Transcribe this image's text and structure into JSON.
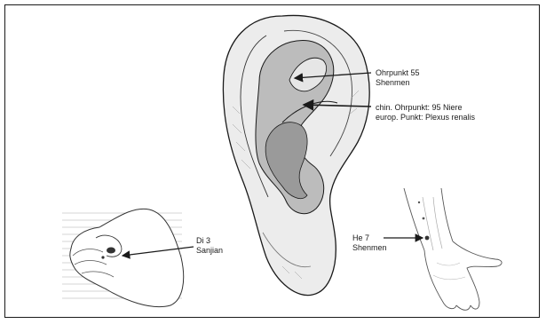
{
  "labels": {
    "ear_point_55": {
      "line1": "Ohrpunkt 55",
      "line2": "Shenmen"
    },
    "kidney_point": {
      "line1": "chin. Ohrpunkt: 95 Niere",
      "line2": "europ. Punkt: Plexus renalis"
    },
    "di3": {
      "line1": "Di 3",
      "line2": "Sanjian"
    },
    "he7": {
      "line1": "He 7",
      "line2": "Shenmen"
    }
  },
  "colors": {
    "ear_fill": "#ececec",
    "ear_inner": "#bcbcbc",
    "ear_deep": "#9a9a9a",
    "line": "#1a1a1a"
  }
}
